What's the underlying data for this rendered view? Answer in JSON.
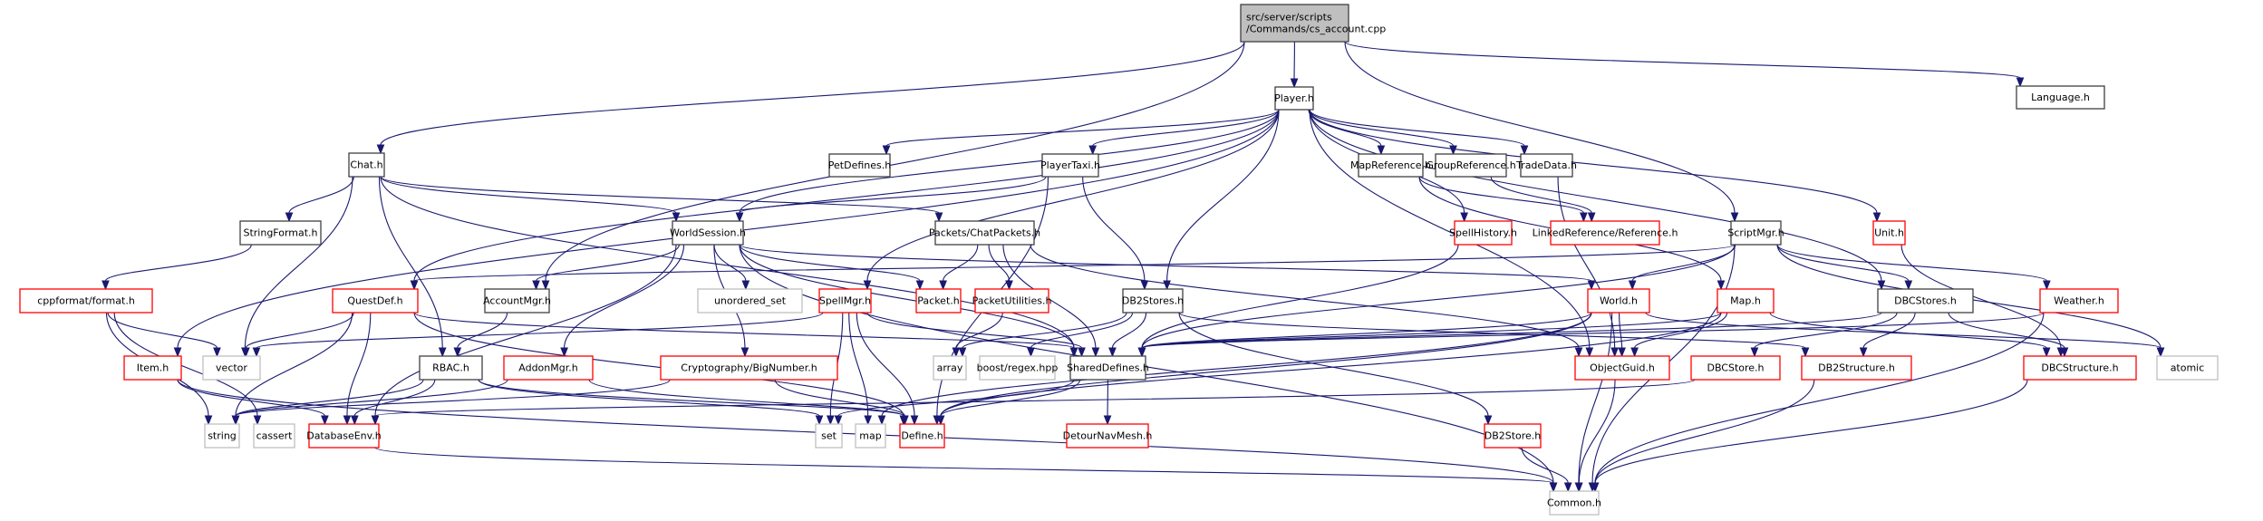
{
  "diagram": {
    "type": "include-dependency-graph",
    "root": "cs_account",
    "colors": {
      "edge": "#191970",
      "root_fill": "#bfbfbf",
      "root_border": "#404040",
      "documented_border": "#404040",
      "truncated_border": "#ff0000",
      "external_border": "#bfbfbf",
      "node_fill": "#ffffff"
    },
    "nodes": [
      {
        "id": "cs_account",
        "label": "src/server/scripts\n/Commands/cs_account.cpp",
        "style": "root"
      },
      {
        "id": "player",
        "label": "Player.h",
        "style": "documented"
      },
      {
        "id": "language",
        "label": "Language.h",
        "style": "documented"
      },
      {
        "id": "chat",
        "label": "Chat.h",
        "style": "documented"
      },
      {
        "id": "petdefines",
        "label": "PetDefines.h",
        "style": "documented"
      },
      {
        "id": "playertaxi",
        "label": "PlayerTaxi.h",
        "style": "documented"
      },
      {
        "id": "mapreference",
        "label": "MapReference.h",
        "style": "documented"
      },
      {
        "id": "groupreference",
        "label": "GroupReference.h",
        "style": "documented"
      },
      {
        "id": "tradedata",
        "label": "TradeData.h",
        "style": "documented"
      },
      {
        "id": "stringformat",
        "label": "StringFormat.h",
        "style": "documented"
      },
      {
        "id": "worldsession",
        "label": "WorldSession.h",
        "style": "documented"
      },
      {
        "id": "chatpackets",
        "label": "Packets/ChatPackets.h",
        "style": "documented"
      },
      {
        "id": "spellhistory",
        "label": "SpellHistory.h",
        "style": "truncated"
      },
      {
        "id": "reference",
        "label": "LinkedReference/Reference.h",
        "style": "truncated"
      },
      {
        "id": "scriptmgr",
        "label": "ScriptMgr.h",
        "style": "documented"
      },
      {
        "id": "unit",
        "label": "Unit.h",
        "style": "truncated"
      },
      {
        "id": "format",
        "label": "cppformat/format.h",
        "style": "truncated"
      },
      {
        "id": "questdef",
        "label": "QuestDef.h",
        "style": "truncated"
      },
      {
        "id": "accountmgr",
        "label": "AccountMgr.h",
        "style": "documented"
      },
      {
        "id": "unordered_set",
        "label": "unordered_set",
        "style": "external"
      },
      {
        "id": "spellmgr",
        "label": "SpellMgr.h",
        "style": "truncated"
      },
      {
        "id": "packet",
        "label": "Packet.h",
        "style": "truncated"
      },
      {
        "id": "packetutilities",
        "label": "PacketUtilities.h",
        "style": "truncated"
      },
      {
        "id": "db2stores",
        "label": "DB2Stores.h",
        "style": "documented"
      },
      {
        "id": "world",
        "label": "World.h",
        "style": "truncated"
      },
      {
        "id": "map_h",
        "label": "Map.h",
        "style": "truncated"
      },
      {
        "id": "dbcstores",
        "label": "DBCStores.h",
        "style": "documented"
      },
      {
        "id": "weather",
        "label": "Weather.h",
        "style": "truncated"
      },
      {
        "id": "item",
        "label": "Item.h",
        "style": "truncated"
      },
      {
        "id": "vector",
        "label": "vector",
        "style": "external"
      },
      {
        "id": "rbac",
        "label": "RBAC.h",
        "style": "documented"
      },
      {
        "id": "addonmgr",
        "label": "AddonMgr.h",
        "style": "truncated"
      },
      {
        "id": "bignumber",
        "label": "Cryptography/BigNumber.h",
        "style": "truncated"
      },
      {
        "id": "array",
        "label": "array",
        "style": "external"
      },
      {
        "id": "regex",
        "label": "boost/regex.hpp",
        "style": "external"
      },
      {
        "id": "shareddefines",
        "label": "SharedDefines.h",
        "style": "documented"
      },
      {
        "id": "objectguid",
        "label": "ObjectGuid.h",
        "style": "truncated"
      },
      {
        "id": "dbcstore",
        "label": "DBCStore.h",
        "style": "truncated"
      },
      {
        "id": "db2structure",
        "label": "DB2Structure.h",
        "style": "truncated"
      },
      {
        "id": "dbcstructure",
        "label": "DBCStructure.h",
        "style": "truncated"
      },
      {
        "id": "atomic",
        "label": "atomic",
        "style": "external"
      },
      {
        "id": "string",
        "label": "string",
        "style": "external"
      },
      {
        "id": "cassert",
        "label": "cassert",
        "style": "external"
      },
      {
        "id": "databaseenv",
        "label": "DatabaseEnv.h",
        "style": "truncated"
      },
      {
        "id": "set",
        "label": "set",
        "style": "external"
      },
      {
        "id": "map",
        "label": "map",
        "style": "external"
      },
      {
        "id": "define",
        "label": "Define.h",
        "style": "truncated"
      },
      {
        "id": "detournavmesh",
        "label": "DetourNavMesh.h",
        "style": "truncated"
      },
      {
        "id": "db2store",
        "label": "DB2Store.h",
        "style": "truncated"
      },
      {
        "id": "common",
        "label": "Common.h",
        "style": "external"
      }
    ],
    "edges": [
      [
        "cs_account",
        "player"
      ],
      [
        "cs_account",
        "chat"
      ],
      [
        "cs_account",
        "language"
      ],
      [
        "cs_account",
        "accountmgr"
      ],
      [
        "cs_account",
        "scriptmgr"
      ],
      [
        "player",
        "petdefines"
      ],
      [
        "player",
        "playertaxi"
      ],
      [
        "player",
        "mapreference"
      ],
      [
        "player",
        "groupreference"
      ],
      [
        "player",
        "tradedata"
      ],
      [
        "player",
        "spellhistory"
      ],
      [
        "player",
        "unit"
      ],
      [
        "player",
        "worldsession"
      ],
      [
        "player",
        "questdef"
      ],
      [
        "player",
        "item"
      ],
      [
        "player",
        "spellmgr"
      ],
      [
        "player",
        "db2stores"
      ],
      [
        "player",
        "dbcstores"
      ],
      [
        "player",
        "objectguid"
      ],
      [
        "chat",
        "stringformat"
      ],
      [
        "chat",
        "worldsession"
      ],
      [
        "chat",
        "chatpackets"
      ],
      [
        "chat",
        "rbac"
      ],
      [
        "chat",
        "vector"
      ],
      [
        "chat",
        "shareddefines"
      ],
      [
        "playertaxi",
        "worldsession"
      ],
      [
        "playertaxi",
        "db2stores"
      ],
      [
        "playertaxi",
        "define"
      ],
      [
        "mapreference",
        "reference"
      ],
      [
        "mapreference",
        "map_h"
      ],
      [
        "groupreference",
        "reference"
      ],
      [
        "tradedata",
        "objectguid"
      ],
      [
        "stringformat",
        "format"
      ],
      [
        "worldsession",
        "accountmgr"
      ],
      [
        "worldsession",
        "unordered_set"
      ],
      [
        "worldsession",
        "packet"
      ],
      [
        "worldsession",
        "addonmgr"
      ],
      [
        "worldsession",
        "bignumber"
      ],
      [
        "worldsession",
        "databaseenv"
      ],
      [
        "worldsession",
        "world"
      ],
      [
        "worldsession",
        "shareddefines"
      ],
      [
        "worldsession",
        "common"
      ],
      [
        "chatpackets",
        "packet"
      ],
      [
        "chatpackets",
        "packetutilities"
      ],
      [
        "chatpackets",
        "shareddefines"
      ],
      [
        "chatpackets",
        "objectguid"
      ],
      [
        "spellhistory",
        "shareddefines"
      ],
      [
        "scriptmgr",
        "questdef"
      ],
      [
        "scriptmgr",
        "world"
      ],
      [
        "scriptmgr",
        "dbcstores"
      ],
      [
        "scriptmgr",
        "weather"
      ],
      [
        "scriptmgr",
        "shareddefines"
      ],
      [
        "scriptmgr",
        "atomic"
      ],
      [
        "scriptmgr",
        "common"
      ],
      [
        "unit",
        "dbcstructure"
      ],
      [
        "format",
        "vector"
      ],
      [
        "format",
        "string"
      ],
      [
        "format",
        "cassert"
      ],
      [
        "questdef",
        "vector"
      ],
      [
        "questdef",
        "string"
      ],
      [
        "questdef",
        "databaseenv"
      ],
      [
        "questdef",
        "shareddefines"
      ],
      [
        "questdef",
        "define"
      ],
      [
        "accountmgr",
        "rbac"
      ],
      [
        "spellmgr",
        "vector"
      ],
      [
        "spellmgr",
        "set"
      ],
      [
        "spellmgr",
        "map"
      ],
      [
        "spellmgr",
        "define"
      ],
      [
        "spellmgr",
        "shareddefines"
      ],
      [
        "packetutilities",
        "array"
      ],
      [
        "db2stores",
        "array"
      ],
      [
        "db2stores",
        "regex"
      ],
      [
        "db2stores",
        "shareddefines"
      ],
      [
        "db2stores",
        "db2store"
      ],
      [
        "db2stores",
        "db2structure"
      ],
      [
        "world",
        "shareddefines"
      ],
      [
        "world",
        "objectguid"
      ],
      [
        "world",
        "common"
      ],
      [
        "world",
        "atomic"
      ],
      [
        "world",
        "map"
      ],
      [
        "world",
        "define"
      ],
      [
        "map_h",
        "objectguid"
      ],
      [
        "map_h",
        "dbcstructure"
      ],
      [
        "map_h",
        "shareddefines"
      ],
      [
        "map_h",
        "define"
      ],
      [
        "dbcstores",
        "dbcstore"
      ],
      [
        "dbcstores",
        "db2structure"
      ],
      [
        "dbcstores",
        "dbcstructure"
      ],
      [
        "dbcstores",
        "shareddefines"
      ],
      [
        "weather",
        "shareddefines"
      ],
      [
        "weather",
        "common"
      ],
      [
        "item",
        "databaseenv"
      ],
      [
        "item",
        "common"
      ],
      [
        "rbac",
        "string"
      ],
      [
        "rbac",
        "set"
      ],
      [
        "rbac",
        "databaseenv"
      ],
      [
        "rbac",
        "define"
      ],
      [
        "addonmgr",
        "string"
      ],
      [
        "addonmgr",
        "define"
      ],
      [
        "bignumber",
        "string"
      ],
      [
        "bignumber",
        "define"
      ],
      [
        "shareddefines",
        "detournavmesh"
      ],
      [
        "shareddefines",
        "define"
      ],
      [
        "shareddefines",
        "set"
      ],
      [
        "objectguid",
        "common"
      ],
      [
        "dbcstore",
        "databaseenv"
      ],
      [
        "db2structure",
        "common"
      ],
      [
        "dbcstructure",
        "common"
      ],
      [
        "databaseenv",
        "common"
      ],
      [
        "db2store",
        "common"
      ]
    ]
  }
}
